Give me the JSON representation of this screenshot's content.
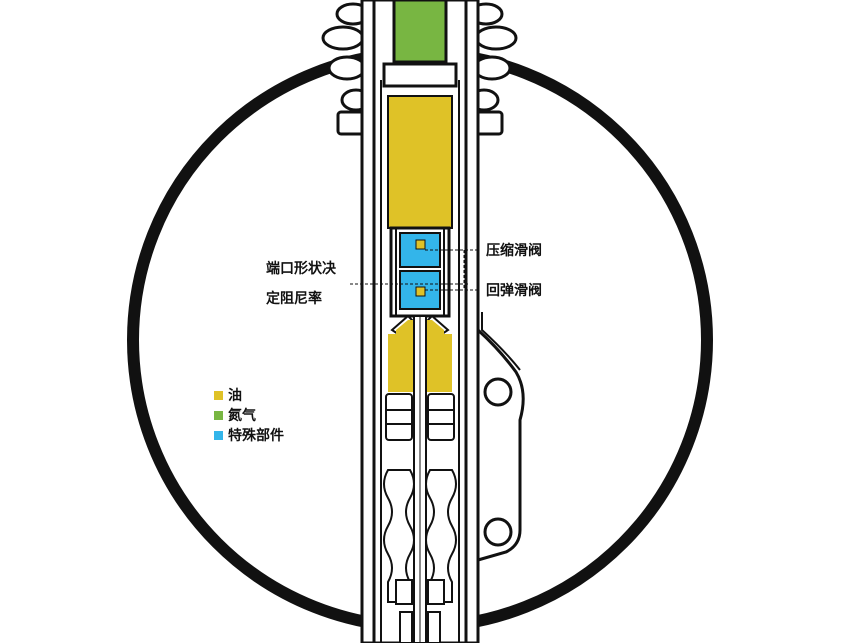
{
  "colors": {
    "oil": "#dfc227",
    "nitrogen": "#78b642",
    "special": "#33b5ea",
    "outline": "#111111",
    "background": "#ffffff"
  },
  "labels": {
    "compression_valve": "压缩滑阀",
    "rebound_valve": "回弹滑阀",
    "port_line1": "端口形状决",
    "port_line2": "定阻尼率"
  },
  "legend": [
    {
      "label": "油",
      "color_key": "oil"
    },
    {
      "label": "氮气",
      "color_key": "nitrogen"
    },
    {
      "label": "特殊部件",
      "color_key": "special"
    }
  ]
}
